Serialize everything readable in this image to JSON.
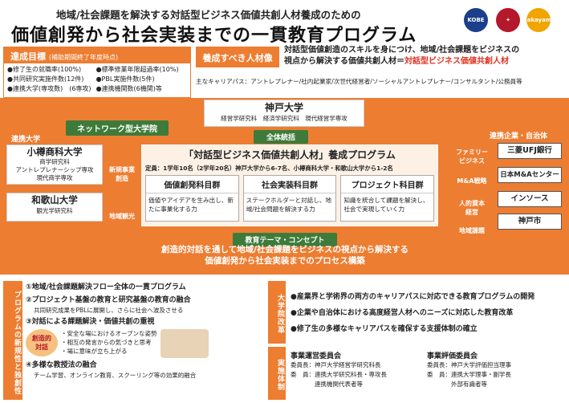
{
  "header": {
    "subtitle": "地域/社会課題を解決する対話型ビジネス価値共創人材養成のための",
    "title": "価値創発から社会実装までの一貫教育プログラム",
    "logo_kobe": "KOBE",
    "logo_wakayama": "wakayama"
  },
  "goals": {
    "label": "達成目標",
    "label_note": "(補助期間終了年度時点)",
    "left_items": [
      "●修了生の就職率(100%)",
      "●共同研究実施件数(12件)",
      "●連携大学(専攻数)　(6専攻)"
    ],
    "right_items": [
      "●標準修業年限超過率(10%)",
      "●PBL実施件数(5件)",
      "●連携機関数(6機関)等"
    ]
  },
  "talent": {
    "label": "養成すべき人材像",
    "line1": "対話型価値創造のスキルを身につけ、地域/社会課題をビジネスの",
    "line2_a": "視点から解決する価値共創人材＝",
    "line2_b": "対話型ビジネス価値共創人材",
    "career": "主なキャリアパス：アントレプレナー/社内起業家/次世代経営者/ソーシャルアントレプレナー/コンサルタント/公務員等"
  },
  "network": {
    "kobe_title": "神戸大学",
    "kobe_sub": "経営学研究科　経済学研究科　現代経営学専攻",
    "network_label": "ネットワーク型大学院",
    "overall": "全体統括",
    "partner_univ_label": "連携大学",
    "partner_company_label": "連携企業・自治体",
    "otaru_title": "小樽商科大学",
    "otaru_sub1": "商学研究科",
    "otaru_sub2": "アントレプレナーシップ専攻",
    "otaru_sub3": "現代商学専攻",
    "wakayama_title": "和歌山大学",
    "wakayama_sub": "観光学研究科",
    "arrow_new": "新規事業\n創造",
    "arrow_tourism": "地域観光",
    "program_title": "「対話型ビジネス価値共創人材」養成プログラム",
    "capacity": "定員：1学年10名（2学年20名）神戸大学から6-7名、小樽商科大学・和歌山大学から1-2名",
    "groups": [
      {
        "title": "価値創発科目群",
        "desc": "価値やアイデアを生み出し、新たに事業化する力"
      },
      {
        "title": "社会実装科目群",
        "desc": "ステークホルダーと対話し、地域/社会問題を解決する力"
      },
      {
        "title": "プロジェクト科目群",
        "desc": "知識を統合して課題を解決し、社会で実現していく力"
      }
    ],
    "companies": [
      "三菱UFJ銀行",
      "日本M&Aセンター",
      "インソース",
      "神戸市"
    ],
    "company_arrows": [
      "ファミリー\nビジネス",
      "M&A戦略",
      "人的資本\n経営",
      "地域課題"
    ],
    "theme_label": "教育テーマ・コンセプト",
    "theme_line1": "創造的対話を通して地域/社会課題をビジネスの視点から解決する",
    "theme_line2": "価値創発から社会実装までのプロセス構築"
  },
  "novelty": {
    "side_label": "プログラムの新規性と独創性",
    "items": [
      "①地域/社会課題解決フロー全体の一貫プログラム",
      "②プロジェクト基盤の教育と研究基盤の教育の融合",
      "③対話による課題解決・価値共創の重視",
      "④多様な教授法の融合"
    ],
    "item2_sub": "共同研究成果をPBLに展開し、さらに社会へ波及させる",
    "bubble": "創造的\n対話",
    "item3_points": [
      "・安全な場におけるオープンな姿勢",
      "・相互の発言からの気づきと思考",
      "・場に意味が立ち上がる"
    ],
    "item4_sub": "チーム学習、オンライン教育、スクーリング等の効果的融合"
  },
  "reform": {
    "side_label": "大学院改革",
    "items": [
      "●産業界と学術界の両方のキャリアパスに対応できる教育プログラムの開発",
      "●企業や自治体における高度経営人材へのニーズに対応した教育改革",
      "●修了生の多様なキャリアパスを確保する支援体制の確立"
    ]
  },
  "structure": {
    "side_label": "実施体制",
    "committee1_title": "事業運営委員会",
    "committee1_lines": [
      "委員長：神戸大学経営学研究科長",
      "委　員：連携大学研究科長・専攻長",
      "　　　　連携機関代表者等"
    ],
    "committee2_title": "事業評価委員会",
    "committee2_lines": [
      "委員長：神戸大学評価担当理事",
      "委　員：連携大学理事・副学長",
      "　　　　外部有識者等"
    ]
  }
}
